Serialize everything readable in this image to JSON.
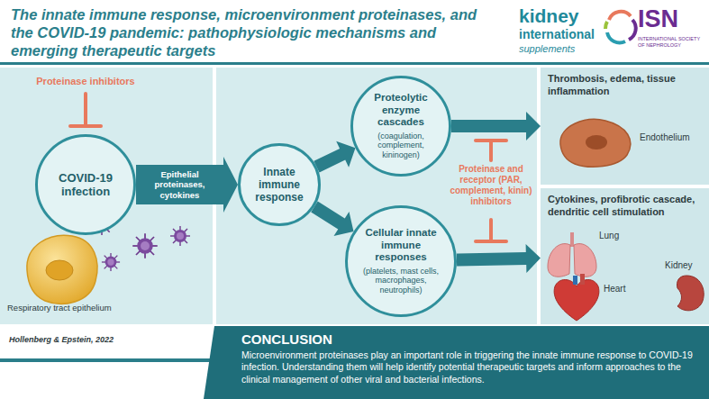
{
  "diagram": {
    "title": "The innate immune response, microenvironment proteinases, and the COVID-19 pandemic: pathophysiologic mechanisms and emerging therapeutic targets",
    "nodes": [
      {
        "text": [
          "COVID-19 infection"
        ]
      },
      {
        "text": [
          "Innate immune response"
        ]
      },
      {
        "text": [
          "Proteolytic enzyme cascades",
          "(coagulation, complement, kininogen)"
        ]
      },
      {
        "text": [
          "Cellular innate immune responses",
          "(platelets, mast cells, macrophages, neutrophils)"
        ]
      },
      {
        "text": [
          "Thrombosis, edema, tissue inflammation",
          "Endothelium"
        ]
      },
      {
        "text": [
          "Cytokines, profibrotic cascade, dendritic cell stimulation",
          "Lung",
          "Kidney",
          "Heart"
        ]
      },
      {
        "text": [
          "CONCLUSION",
          "Microenvironment proteinases play an important role in triggering the innate immune response to COVID-19 infection. Understanding them will help identify potential therapeutic targets and inform approaches to the clinical management of other viral and bacterial infections."
        ]
      }
    ],
    "edges": [
      {
        "from": 0,
        "to": 1,
        "label": "Epithelial proteinases, cytokines",
        "arrow": "to"
      },
      {
        "from": 1,
        "to": 2,
        "arrow": "to"
      },
      {
        "from": 1,
        "to": 3,
        "arrow": "to"
      },
      {
        "from": 2,
        "to": 4,
        "arrow": "to"
      },
      {
        "from": 3,
        "to": 5,
        "arrow": "to"
      }
    ],
    "labels": [
      "Proteinase inhibitors",
      "Proteinase and receptor (PAR, complement, kinin) inhibitors",
      "Respiratory tract epithelium",
      "Hollenberg & Epstein, 2022",
      "kidney",
      "international",
      "supplements",
      "ISN",
      "INTERNATIONAL SOCIETY OF NEPHROLOGY"
    ]
  }
}
